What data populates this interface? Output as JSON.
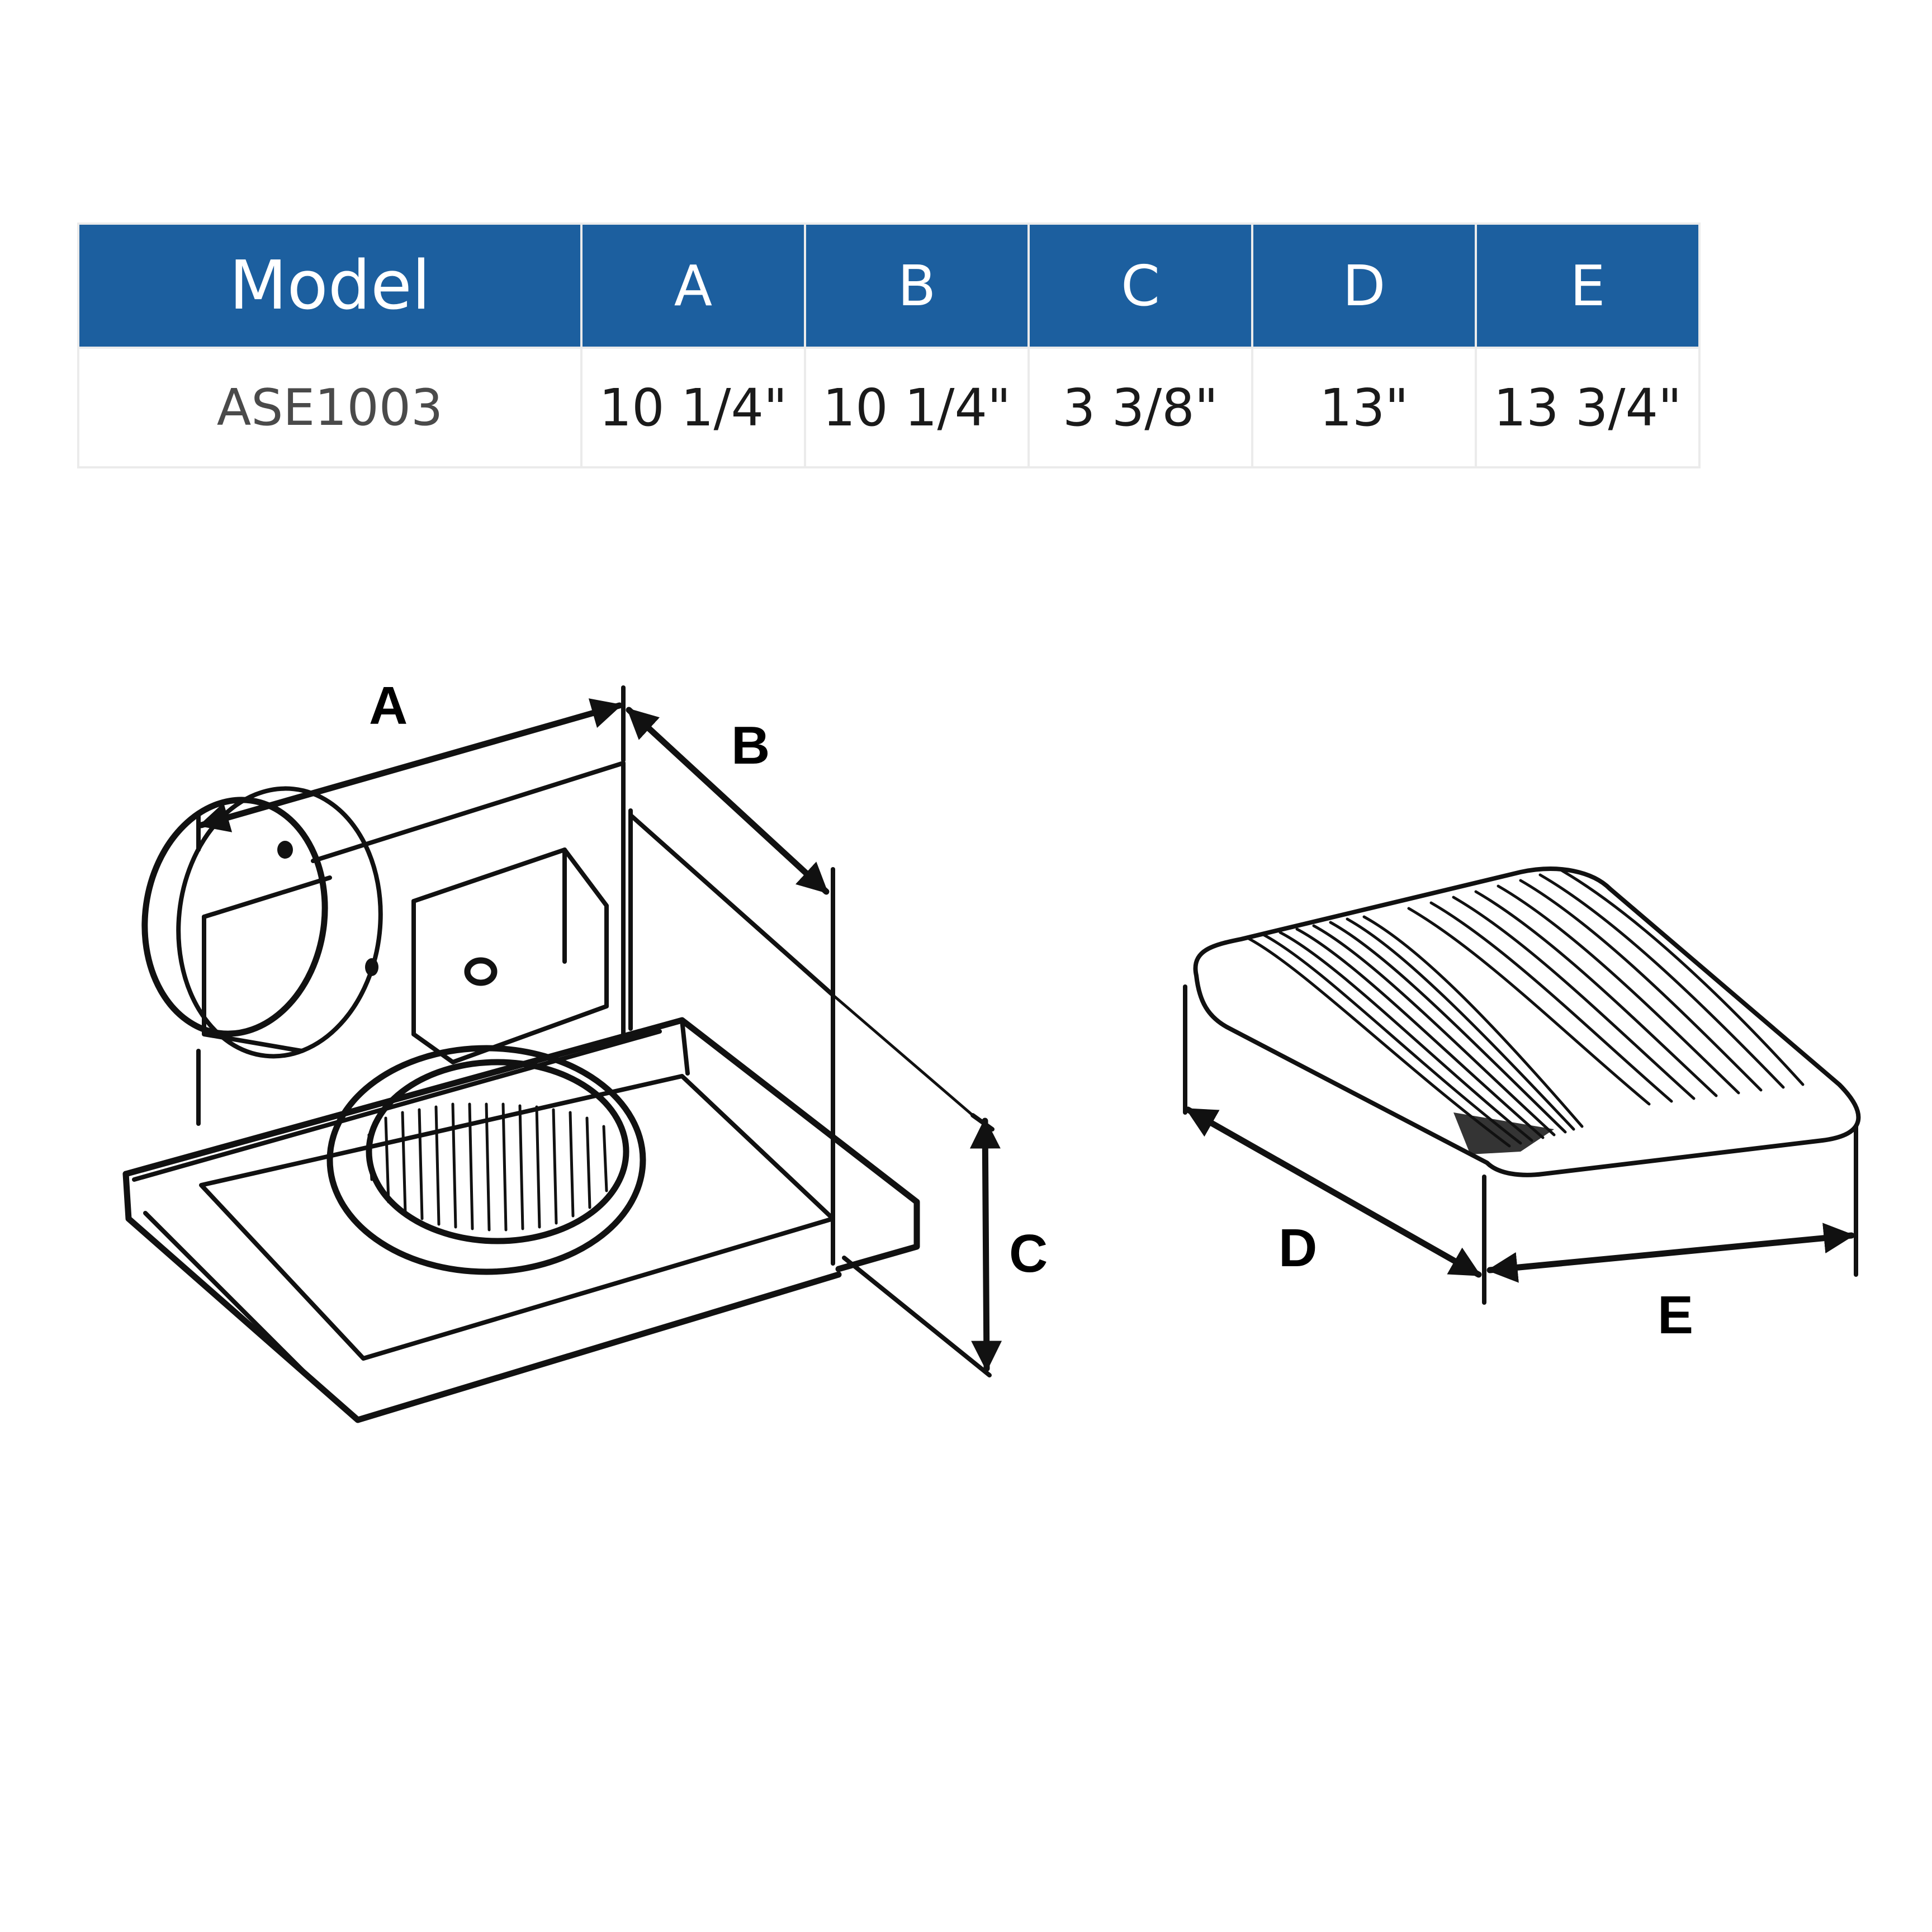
{
  "table": {
    "headers": [
      "Model",
      "A",
      "B",
      "C",
      "D",
      "E"
    ],
    "rows": [
      {
        "model": "ASE1003",
        "A": "10 1/4\"",
        "B": "10 1/4\"",
        "C": "3 3/8\"",
        "D": "13\"",
        "E": "13 3/4\""
      }
    ],
    "header_color": "#1c5f9f",
    "border_color": "#ebebeb"
  },
  "diagram": {
    "fan_housing": {
      "labels": {
        "A": "A",
        "B": "B",
        "C": "C"
      }
    },
    "grille": {
      "labels": {
        "D": "D",
        "E": "E"
      }
    }
  }
}
